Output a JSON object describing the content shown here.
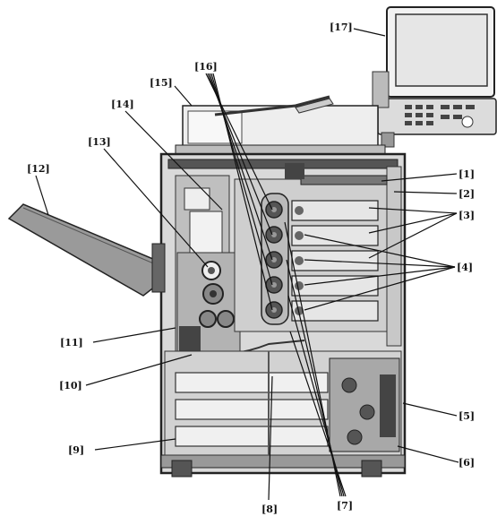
{
  "labels": {
    "l1": "[1]",
    "l2": "[2]",
    "l3": "[3]",
    "l4": "[4]",
    "l5": "[5]",
    "l6": "[6]",
    "l7": "[7]",
    "l8": "[8]",
    "l9": "[9]",
    "l10": "[10]",
    "l11": "[11]",
    "l12": "[12]",
    "l13": "[13]",
    "l14": "[14]",
    "l15": "[15]",
    "l16": "[16]",
    "l17": "[17]"
  },
  "colors": {
    "background": "#ffffff",
    "outline": "#222222",
    "body_fill": "#d9d9d9",
    "dark_part": "#3a3a3a",
    "tray_fill": "#9a9a9a",
    "screen_fill": "#e6e6e6",
    "drum_fill": "#555555",
    "leader_line": "#111111"
  }
}
